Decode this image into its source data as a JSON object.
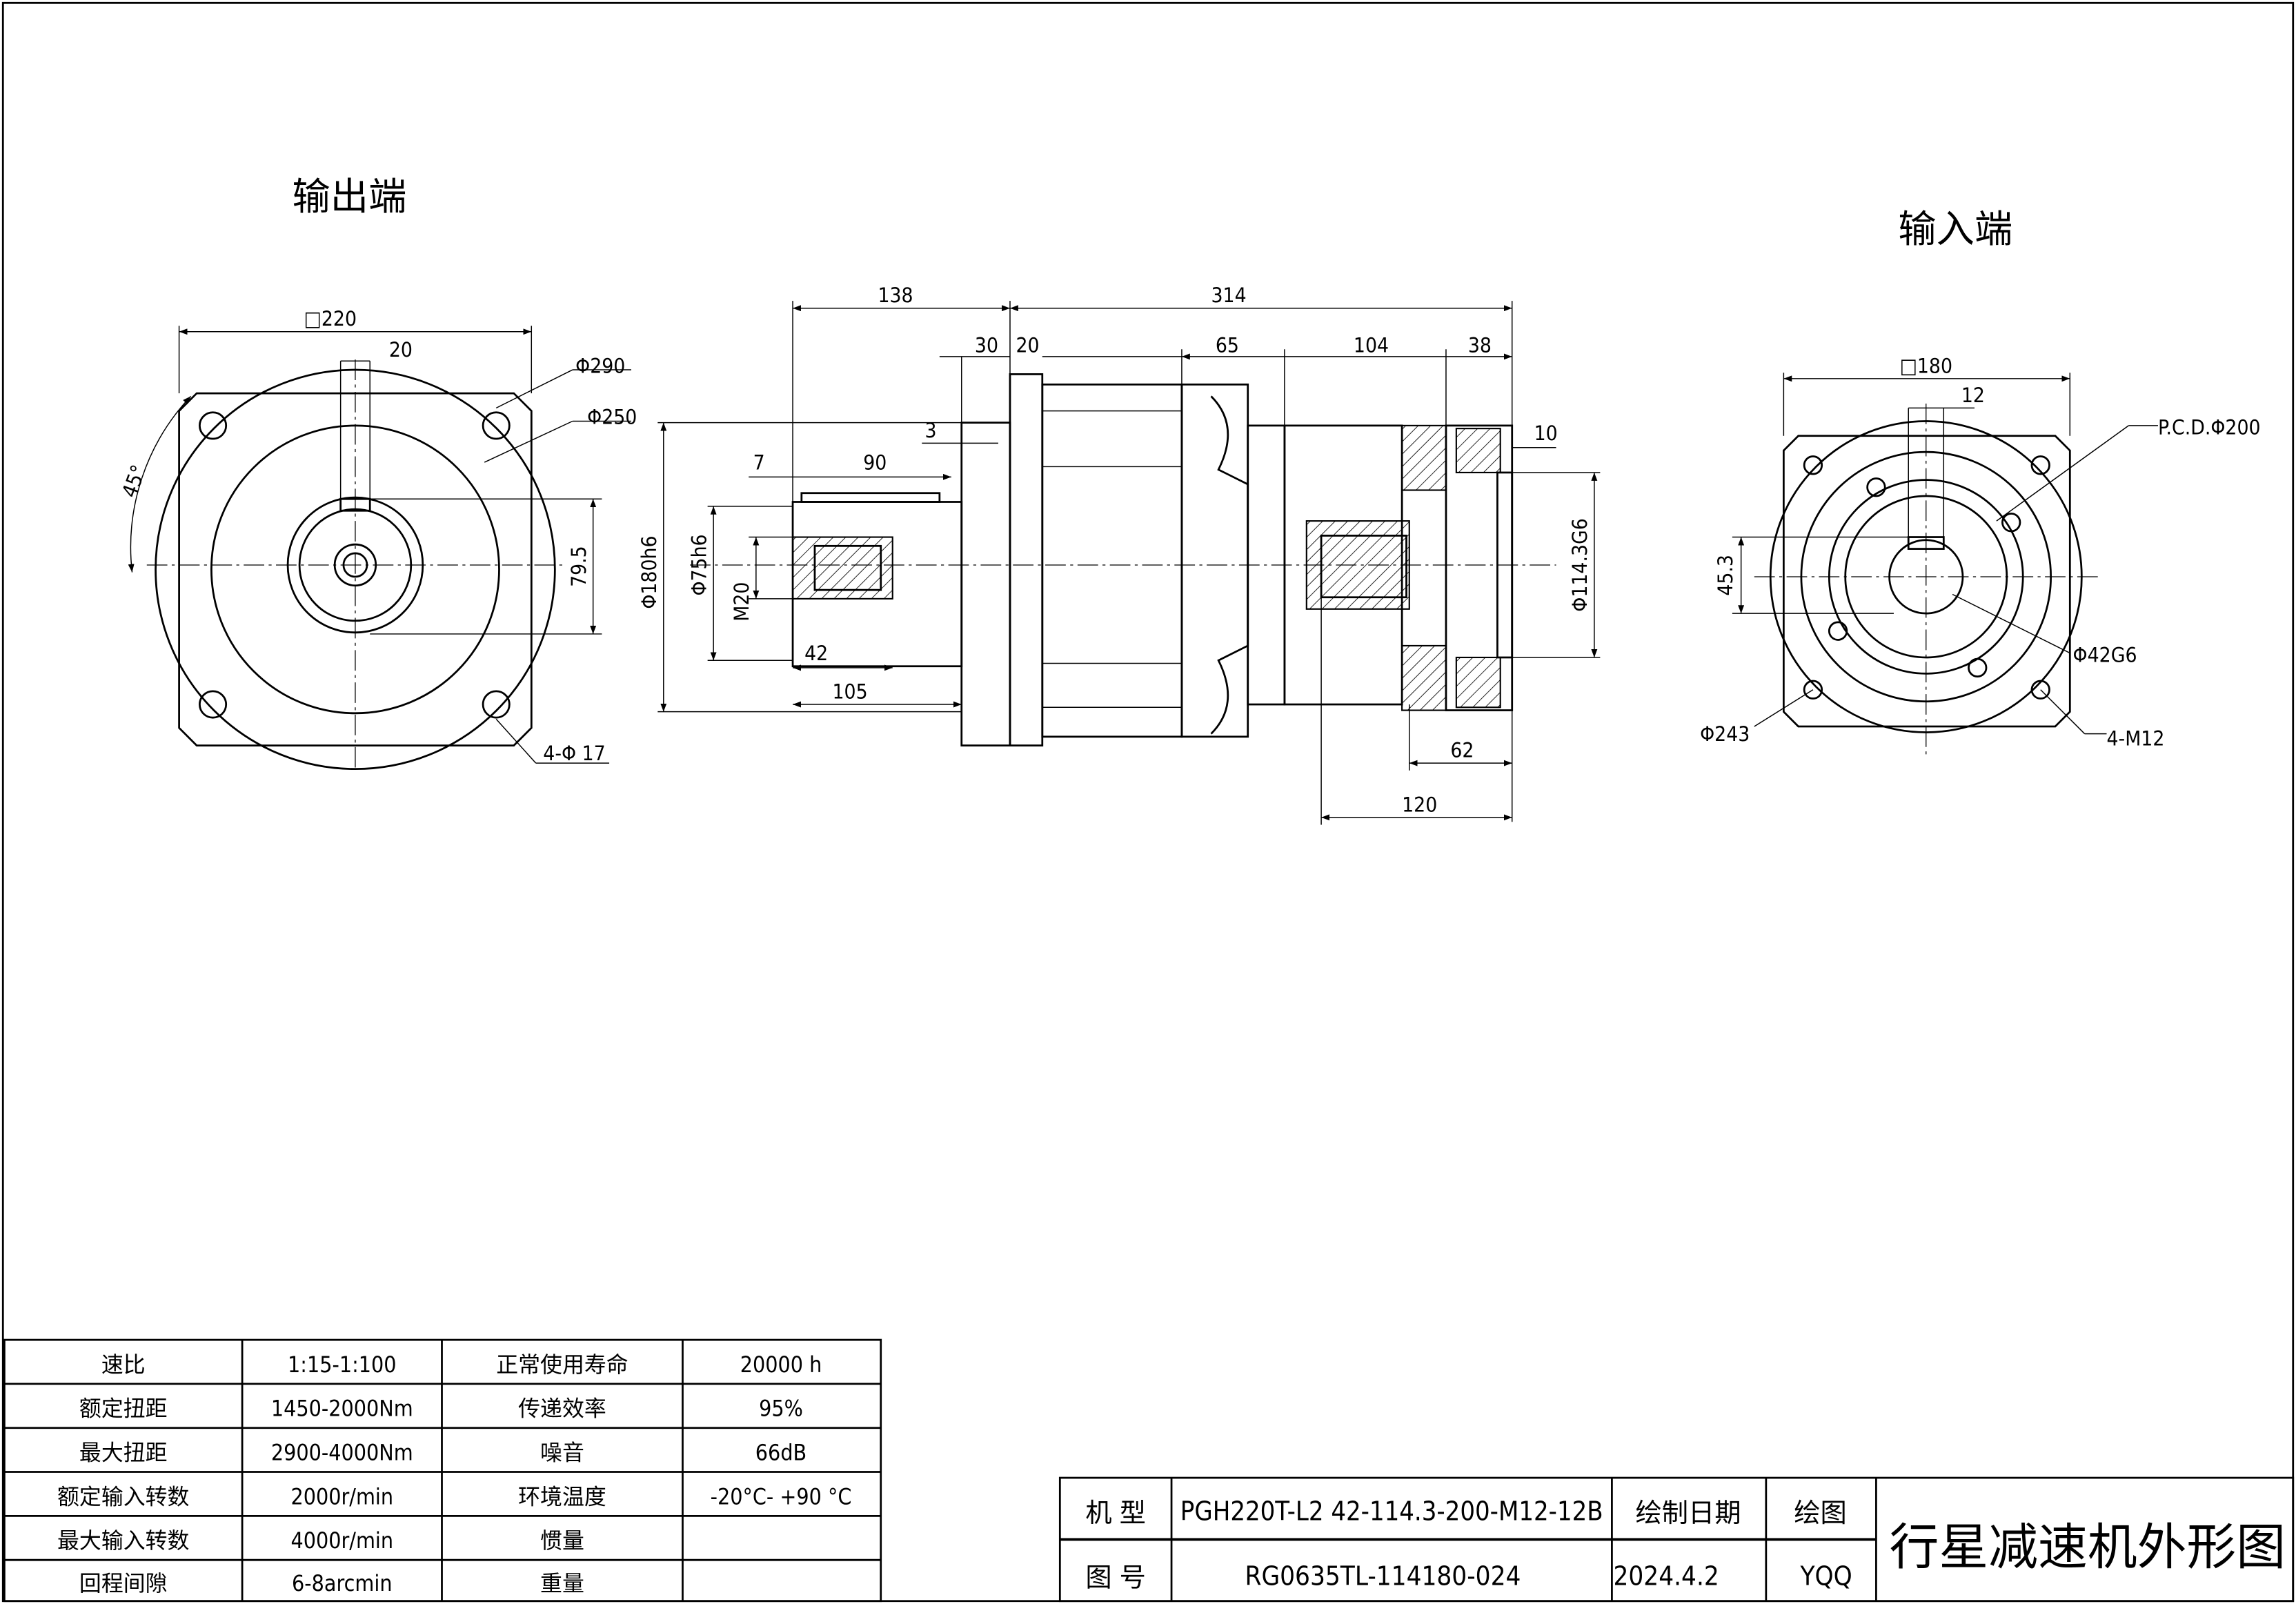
{
  "views": {
    "output_title": "输出端",
    "input_title": "输入端"
  },
  "output_dims": [
    "□220",
    "20",
    "Φ290",
    "Φ250",
    "45°",
    "79.5",
    "4-Φ 17"
  ],
  "side_dims": [
    "138",
    "314",
    "30",
    "20",
    "65",
    "104",
    "38",
    "3",
    "10",
    "7",
    "90",
    "Φ180h6",
    "Φ75h6",
    "M20",
    "42",
    "105",
    "Φ114.3G6",
    "62",
    "120"
  ],
  "input_dims": [
    "□180",
    "12",
    "P.C.D.Φ200",
    "45.3",
    "Φ42G6",
    "Φ243",
    "4-M12"
  ],
  "spec_table": {
    "rows": [
      [
        "速比",
        "1:15-1:100",
        "正常使用寿命",
        "20000  h"
      ],
      [
        "额定扭距",
        "1450-2000Nm",
        "传递效率",
        "95%"
      ],
      [
        "最大扭距",
        "2900-4000Nm",
        "噪音",
        "66dB"
      ],
      [
        "额定输入转数",
        "2000r/min",
        "环境温度",
        "-20°C-  +90 °C"
      ],
      [
        "最大输入转数",
        "4000r/min",
        "惯量",
        ""
      ],
      [
        "回程间隙",
        "6-8arcmin",
        "重量",
        ""
      ]
    ]
  },
  "title_block": {
    "model_label": "机  型",
    "model_value": "PGH220T-L2  42-114.3-200-M12-12B",
    "drawing_no_label": "图  号",
    "drawing_no_value": "RG0635TL-114180-024",
    "date_label": "绘制日期",
    "date_value": "2024.4.2",
    "drafter_label": "绘图",
    "drafter_value": "YQQ",
    "drawing_title": "行星减速机外形图"
  }
}
